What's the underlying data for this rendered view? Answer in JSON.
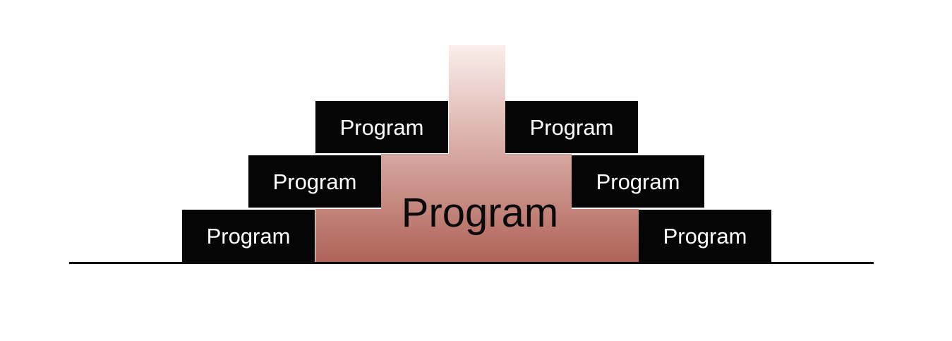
{
  "central": {
    "label": "Program",
    "gradient_top": "#fbeeeb",
    "gradient_bottom": "#b06257"
  },
  "blocks": {
    "left": [
      {
        "label": "Program"
      },
      {
        "label": "Program"
      },
      {
        "label": "Program"
      }
    ],
    "right": [
      {
        "label": "Program"
      },
      {
        "label": "Program"
      },
      {
        "label": "Program"
      }
    ]
  },
  "colors": {
    "block_fill": "#050505",
    "block_text": "#ffffff",
    "ground_line": "#0a0a0a"
  }
}
